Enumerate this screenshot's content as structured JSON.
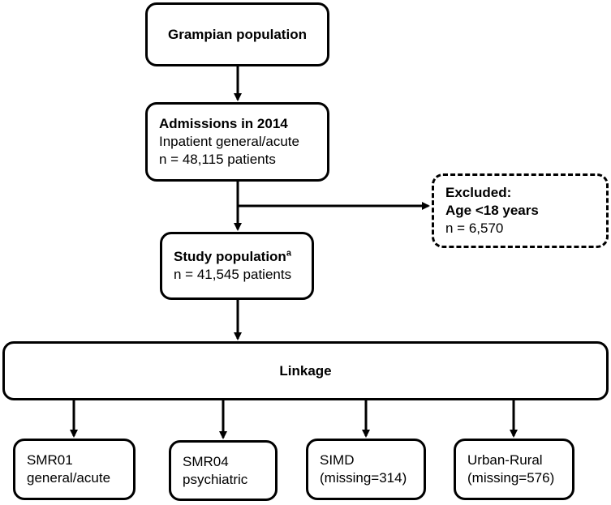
{
  "nodes": {
    "population": {
      "title": "Grampian population"
    },
    "admissions": {
      "title": "Admissions in 2014",
      "line1": "Inpatient general/acute",
      "line2": "n = 48,115 patients"
    },
    "excluded": {
      "title": "Excluded:",
      "line1": "Age <18 years",
      "line2": "n = 6,570"
    },
    "study": {
      "title": "Study population",
      "superscript": "a",
      "line1": "n = 41,545 patients"
    },
    "linkage": {
      "title": "Linkage"
    },
    "outputs": [
      {
        "line1": "SMR01",
        "line2": "general/acute"
      },
      {
        "line1": "SMR04",
        "line2": "psychiatric"
      },
      {
        "line1": "SIMD",
        "line2": "(missing=314)"
      },
      {
        "line1": "Urban-Rural",
        "line2": "(missing=576)"
      }
    ]
  }
}
